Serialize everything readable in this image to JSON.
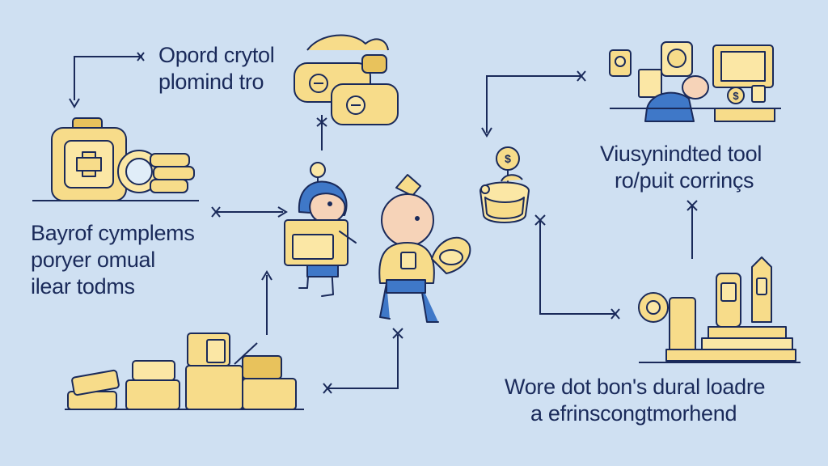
{
  "labels": {
    "top": [
      "Opord crytol",
      "plomind tro"
    ],
    "left": [
      "Bayrof cymplems",
      "poryer omual",
      "ilear todms"
    ],
    "right": [
      "Viusynindted tool",
      "ro/puit corrinçs"
    ],
    "bottom": [
      "Wore dot bon's dural loadre",
      "a efrinscongtmorhend"
    ]
  },
  "icons": {
    "coin_symbol": "$",
    "medical_symbol": "+"
  },
  "colors": {
    "background": "#cfe0f2",
    "ink": "#1a2a5a",
    "yellow": "#f7dc8a",
    "yellow_dark": "#e8c25c",
    "blue": "#3f78c8",
    "skin": "#f6d3b8"
  }
}
